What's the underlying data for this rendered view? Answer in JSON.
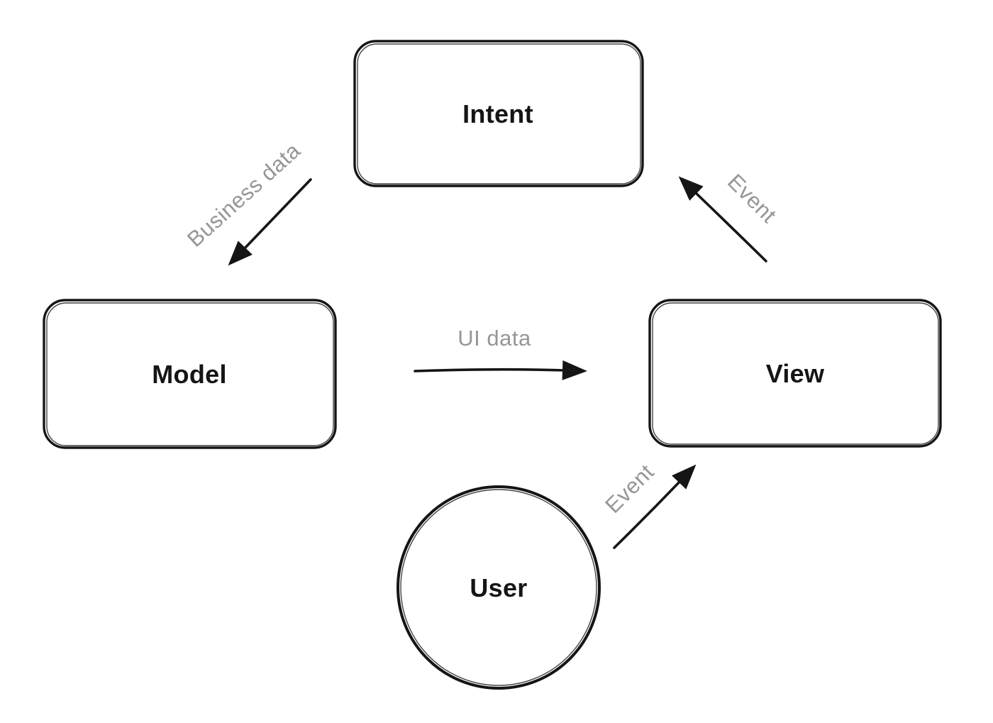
{
  "diagram": {
    "nodes": {
      "intent": {
        "label": "Intent",
        "shape": "rounded-rect"
      },
      "model": {
        "label": "Model",
        "shape": "rounded-rect"
      },
      "view": {
        "label": "View",
        "shape": "rounded-rect"
      },
      "user": {
        "label": "User",
        "shape": "circle"
      }
    },
    "edges": {
      "intent_to_model": {
        "label": "Business data",
        "from": "Intent",
        "to": "Model"
      },
      "model_to_view": {
        "label": "UI data",
        "from": "Model",
        "to": "View"
      },
      "view_to_intent": {
        "label": "Event",
        "from": "View",
        "to": "Intent"
      },
      "user_to_view": {
        "label": "Event",
        "from": "User",
        "to": "View"
      }
    },
    "colors": {
      "ink": "#151515",
      "edge_label_gray": "#969696",
      "background": "#ffffff"
    }
  }
}
